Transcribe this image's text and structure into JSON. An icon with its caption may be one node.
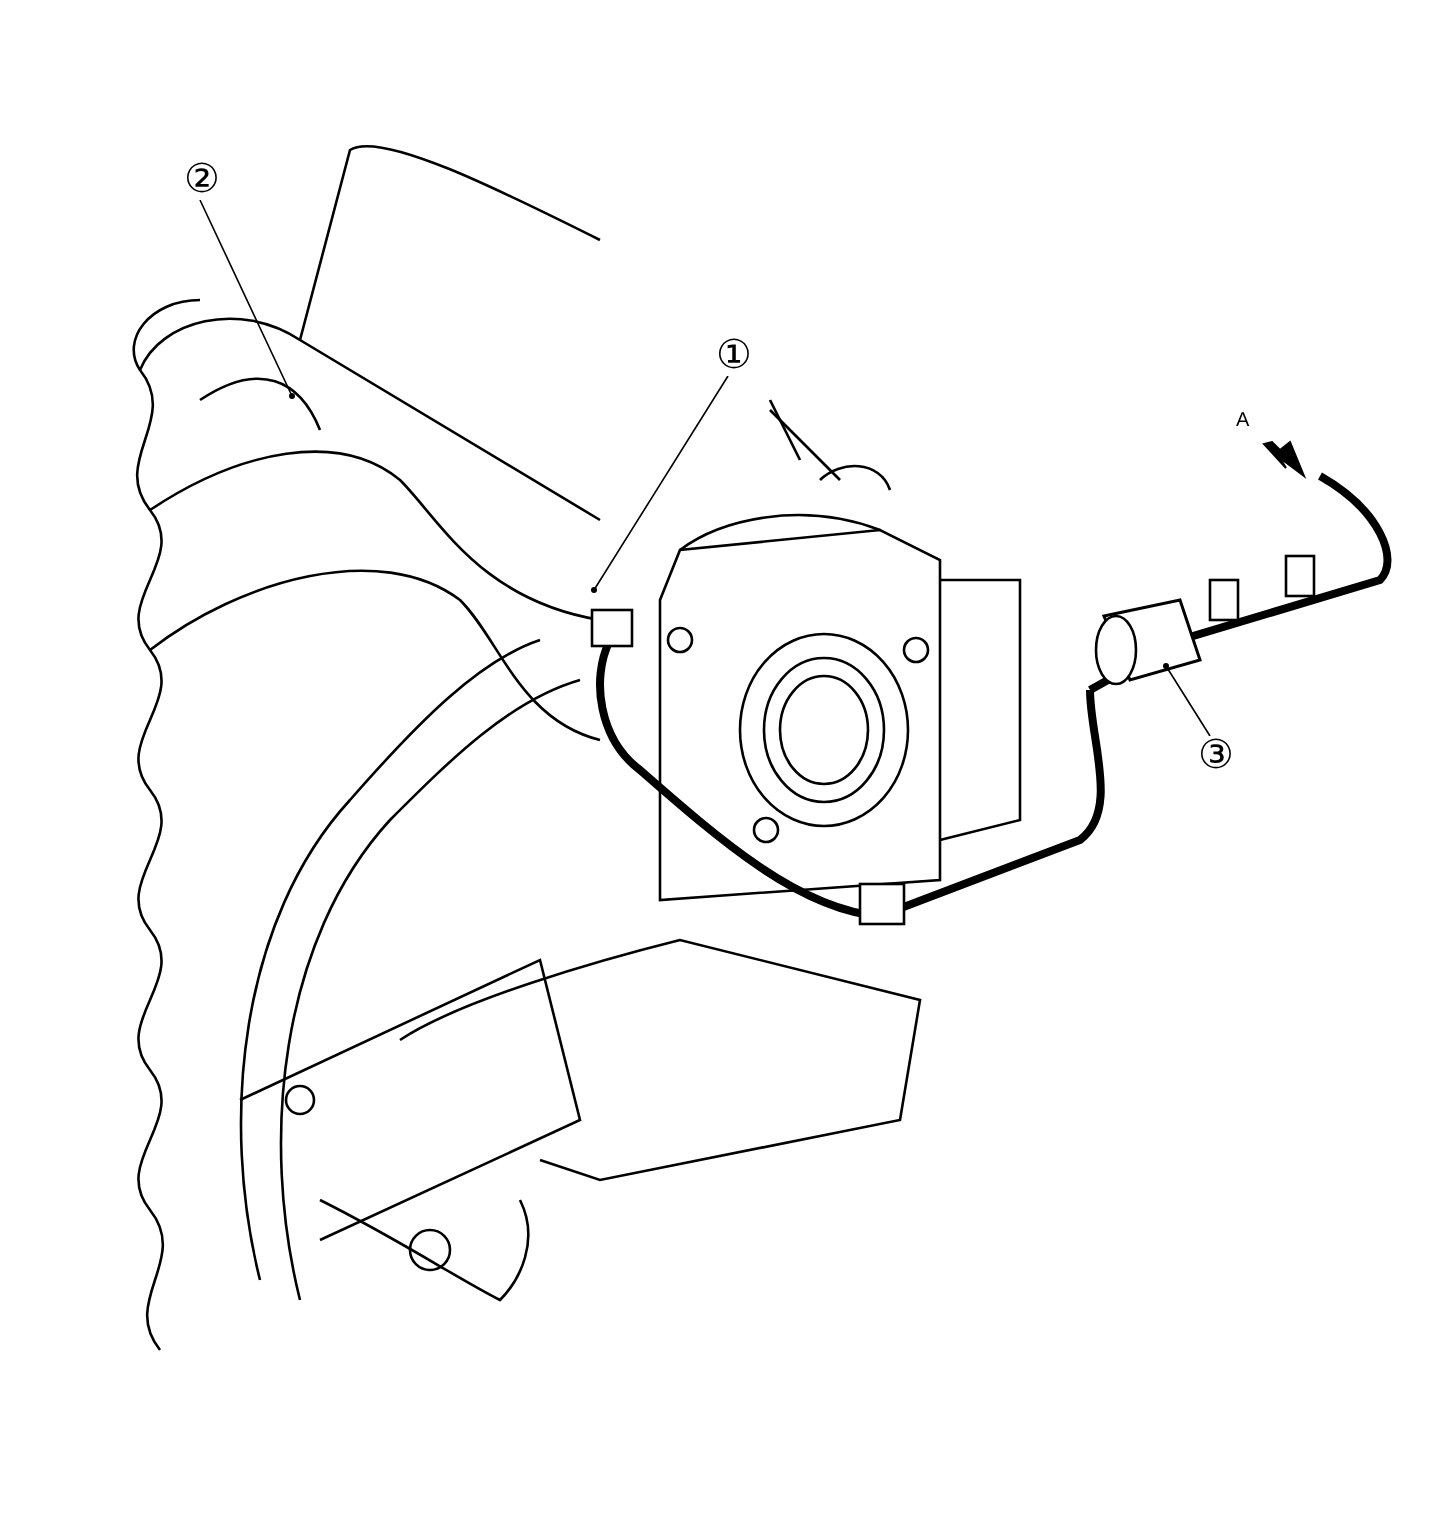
{
  "diagram": {
    "nodes": [
      {
        "text": [
          "②"
        ]
      },
      {
        "text": [
          "①"
        ]
      },
      {
        "text": [
          "③"
        ]
      }
    ],
    "edges": [
      {
        "from": 0,
        "to": null,
        "arrow": "other"
      },
      {
        "from": 1,
        "to": null,
        "arrow": "other"
      },
      {
        "from": 2,
        "to": null,
        "arrow": "other"
      }
    ],
    "labels": [
      "A"
    ]
  }
}
